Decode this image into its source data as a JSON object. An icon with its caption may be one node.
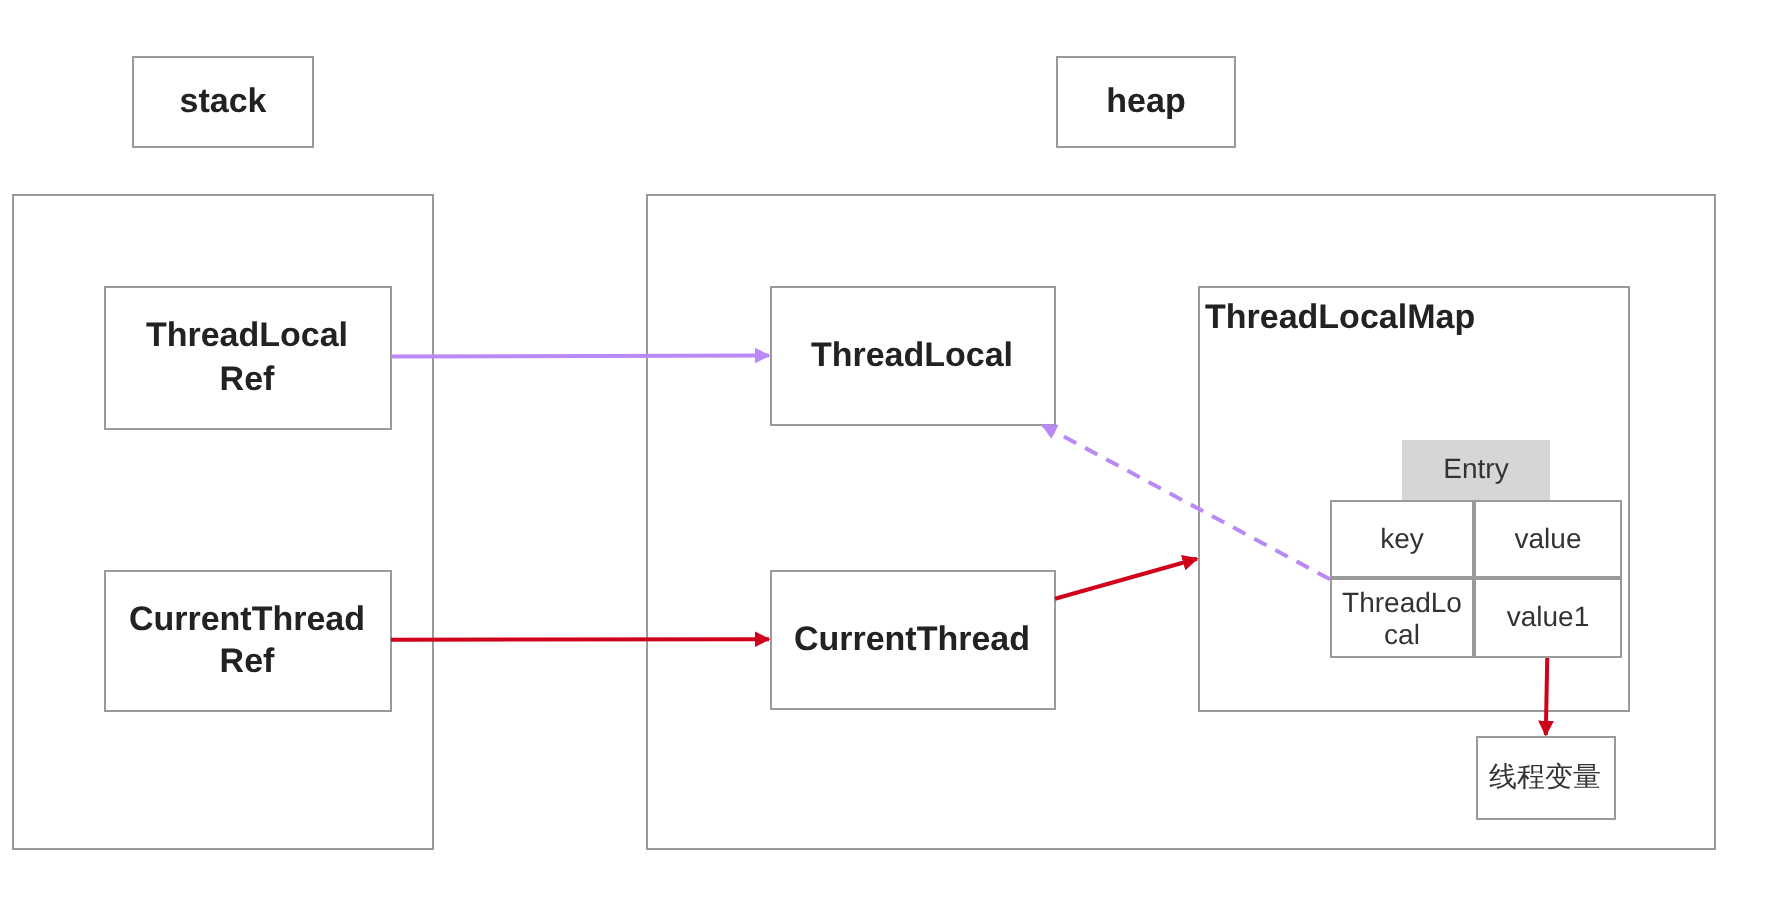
{
  "diagram": {
    "nodes": [
      {
        "text": [
          "stack"
        ]
      },
      {
        "text": [
          "heap"
        ]
      },
      {
        "text": [],
        "shape": "box"
      },
      {
        "text": [
          "ThreadLocal Ref"
        ],
        "in": 2
      },
      {
        "text": [
          "CurrentThread Ref"
        ],
        "in": 2
      },
      {
        "text": [],
        "shape": "box"
      },
      {
        "text": [
          "ThreadLocal"
        ],
        "in": 5
      },
      {
        "text": [
          "CurrentThread"
        ],
        "in": 5
      },
      {
        "text": [
          "ThreadLocalMap"
        ],
        "in": 5
      },
      {
        "text": [
          "Entry"
        ],
        "in": 8
      },
      {
        "text": [
          "key"
        ],
        "in": 8
      },
      {
        "text": [
          "value"
        ],
        "in": 8
      },
      {
        "text": [
          "ThreadLocal"
        ],
        "in": 8
      },
      {
        "text": [
          "value1"
        ],
        "in": 8
      },
      {
        "text": [
          "线程变量"
        ],
        "in": 5
      }
    ],
    "edges": [
      {
        "from": 3,
        "to": 6,
        "arrow": "to",
        "color": "#b98af5"
      },
      {
        "from": 4,
        "to": 7,
        "arrow": "to"
      },
      {
        "from": 7,
        "to": 8,
        "arrow": "to"
      },
      {
        "from": 12,
        "to": 6,
        "arrow": "to",
        "style": "dashed",
        "color": "#b98af5"
      },
      {
        "from": 13,
        "to": 14,
        "arrow": "to"
      }
    ]
  }
}
